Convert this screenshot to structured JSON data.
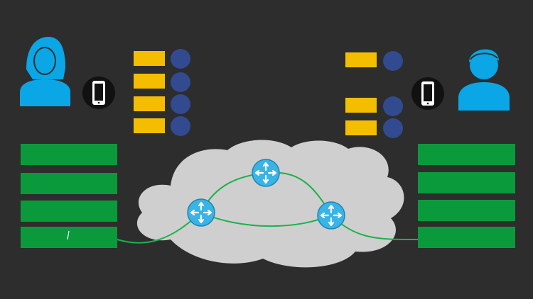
{
  "colors": {
    "background": "#2d2d2d",
    "person": "#0aa6e6",
    "phone_bg": "#111111",
    "phone_screen": "#ffffff",
    "small_box": "#f5bd00",
    "circle": "#324a8f",
    "layer_bar": "#0a9a3c",
    "cloud": "#cfcfcf",
    "router": "#38b4e6",
    "link": "#19b34b"
  },
  "icons": {
    "sender": "woman-user-icon",
    "receiver": "man-user-icon",
    "device": "smartphone-icon",
    "router": "router-icon",
    "network": "cloud-icon"
  },
  "left_stack": {
    "boxes": 4,
    "circles": 4,
    "layers": 4
  },
  "right_stack": {
    "boxes": 3,
    "circles": 3,
    "layers": 4
  },
  "routers": 3
}
